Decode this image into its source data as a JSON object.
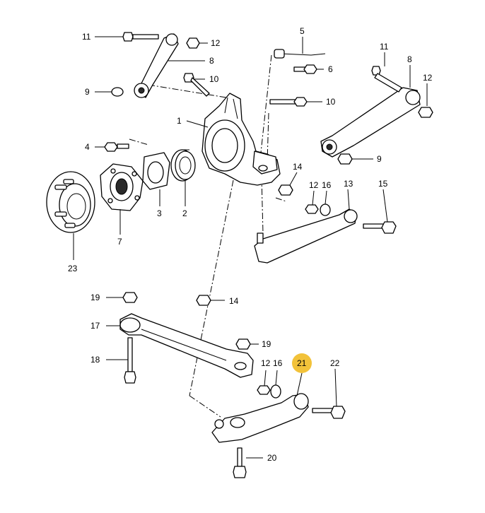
{
  "highlight_color": "#f2c23a",
  "callouts": {
    "c1": "1",
    "c2": "2",
    "c3": "3",
    "c4": "4",
    "c5": "5",
    "c6": "6",
    "c7": "7",
    "c8_top": "8",
    "c8_right": "8",
    "c9_left": "9",
    "c9_right": "9",
    "c10_mid": "10",
    "c10_right": "10",
    "c11_top": "11",
    "c11_right": "11",
    "c12_top": "12",
    "c12_right": "12",
    "c12_mid": "12",
    "c12_low": "12",
    "c13": "13",
    "c14_upper": "14",
    "c14_lower": "14",
    "c15": "15",
    "c16_mid": "16",
    "c16_low": "16",
    "c17": "17",
    "c18": "18",
    "c19_left": "19",
    "c19_right": "19",
    "c20": "20",
    "c21": "21",
    "c22": "22",
    "c23": "23"
  }
}
